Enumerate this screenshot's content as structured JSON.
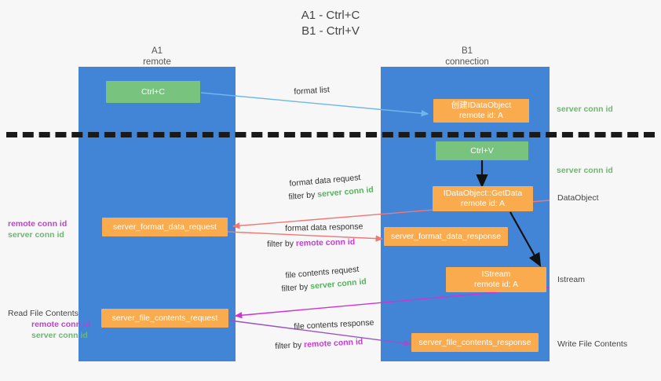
{
  "title": {
    "line1": "A1 - Ctrl+C",
    "line2": "B1 - Ctrl+V"
  },
  "columns": [
    {
      "name": "A1",
      "role": "remote"
    },
    {
      "name": "B1",
      "role": "connection"
    }
  ],
  "colors": {
    "lane": "#4285d6",
    "orange_node": "#f9ab4e",
    "green_node": "#78c37e",
    "server_conn_id": "#6aba6e",
    "remote_conn_id": "#c23fd0",
    "arrow_blue": "#6fb7e8",
    "arrow_red": "#ef7878",
    "arrow_magenta": "#d033cf",
    "arrow_purple": "#9a52c7",
    "arrow_black": "#111111",
    "divider": "#1a1a1a",
    "background": "#f7f7f7"
  },
  "nodes": {
    "ctrl_c": {
      "label": "Ctrl+C",
      "kind": "green",
      "lane": "A1"
    },
    "create_idataobject": {
      "label": "创建IDataObject",
      "sub": "remote id: A",
      "kind": "orange",
      "lane": "B1"
    },
    "ctrl_v": {
      "label": "Ctrl+V",
      "kind": "green",
      "lane": "B1"
    },
    "getdata": {
      "label": "IDataObject::GetData",
      "sub": "remote id: A",
      "kind": "orange",
      "lane": "B1"
    },
    "format_data_request": {
      "label": "server_format_data_request",
      "kind": "orange",
      "lane": "A1"
    },
    "format_data_response": {
      "label": "server_format_data_response",
      "kind": "orange",
      "lane": "B1"
    },
    "istream": {
      "label": "IStream",
      "sub": "remote id: A",
      "kind": "orange",
      "lane": "B1"
    },
    "file_contents_request": {
      "label": "server_file_contents_request",
      "kind": "orange",
      "lane": "A1"
    },
    "file_contents_response": {
      "label": "server_file_contents_response",
      "kind": "orange",
      "lane": "B1"
    }
  },
  "arrow_labels": {
    "format_list": "format list",
    "format_data_request": "format data request",
    "format_data_request_filter_prefix": "filter by ",
    "format_data_request_filter_key": "server conn id",
    "format_data_response": "format data response",
    "format_data_response_filter_prefix": "filter by ",
    "format_data_response_filter_key": "remote conn id",
    "file_contents_request": "file contents request",
    "file_contents_request_filter_prefix": "filter by ",
    "file_contents_request_filter_key": "server conn id",
    "file_contents_response": "file contents response",
    "file_contents_response_filter_prefix": "filter by ",
    "file_contents_response_filter_key": "remote conn id"
  },
  "right_labels": {
    "server_conn_id_top": "server conn id",
    "server_conn_id_mid": "server conn id",
    "dataobject": "DataObject",
    "istream": "Istream",
    "write_file_contents": "Write File Contents"
  },
  "left_labels": {
    "remote_conn_id_upper": "remote conn id",
    "server_conn_id_upper": "server conn id",
    "read_file_contents": "Read File Contents",
    "remote_conn_id_lower": "remote conn id",
    "server_conn_id_lower": "server conn id"
  }
}
